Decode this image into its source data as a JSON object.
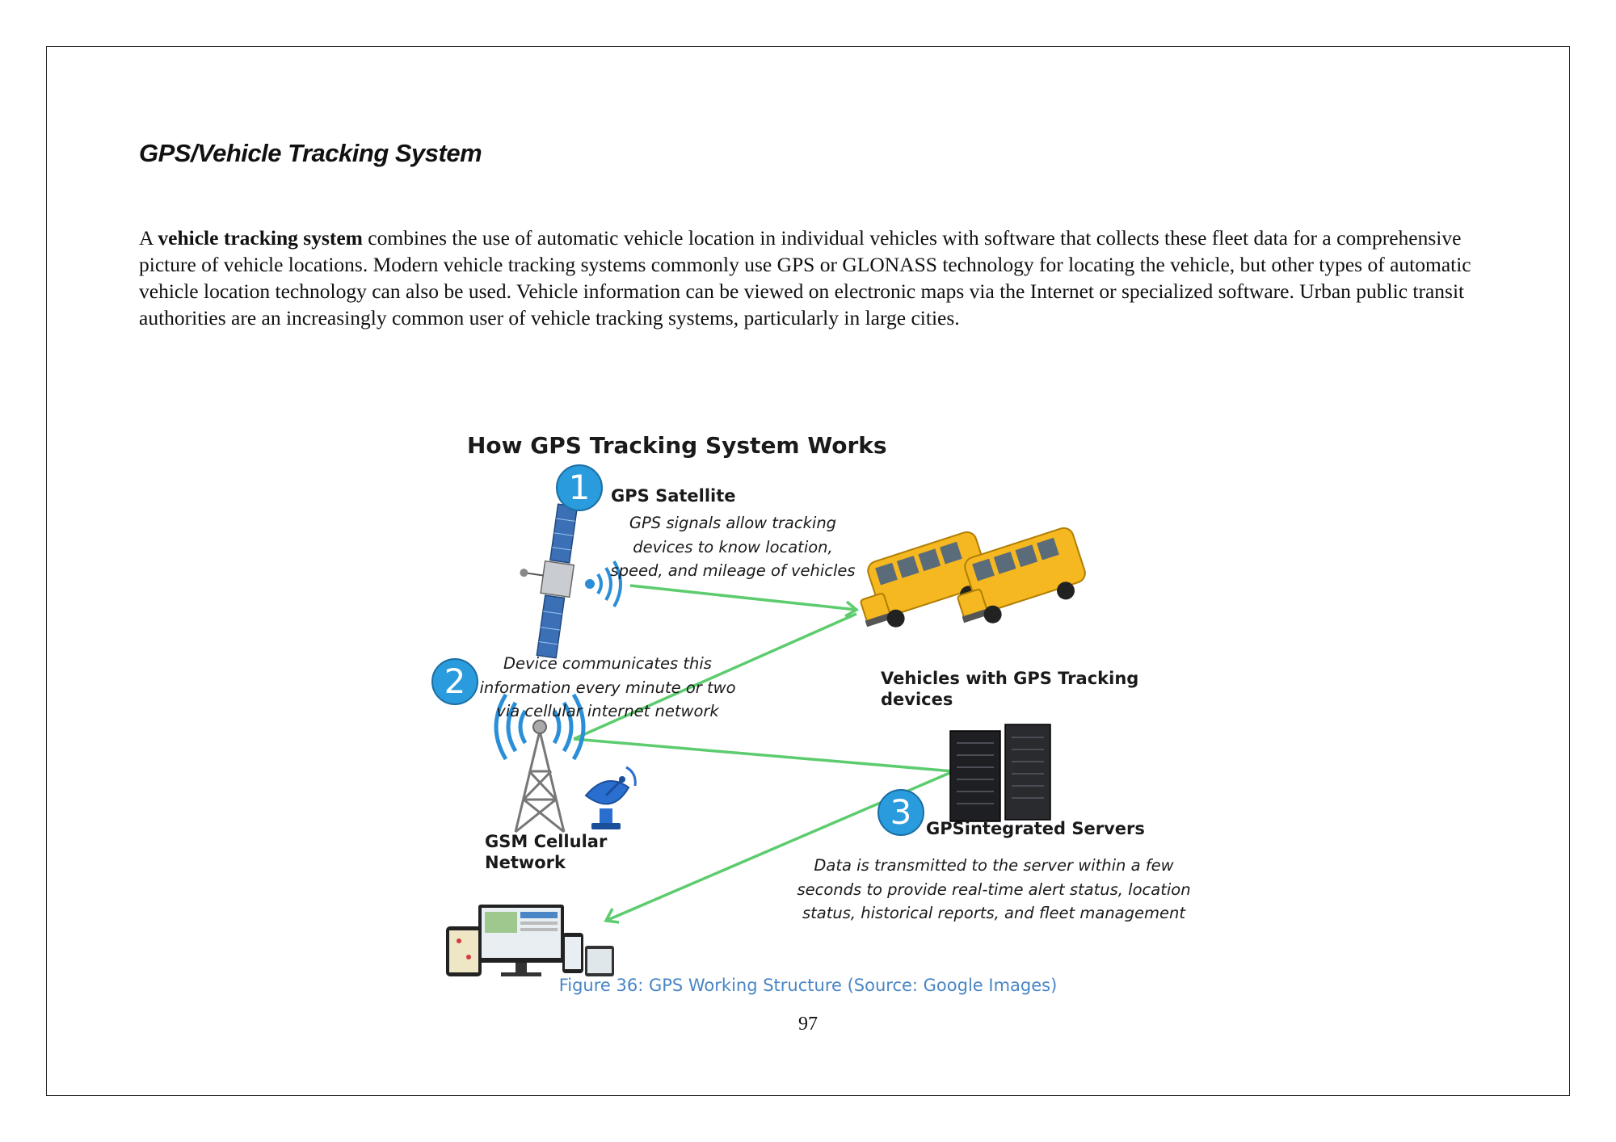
{
  "section": {
    "heading": "GPS/Vehicle Tracking System"
  },
  "paragraph": {
    "lead": "A ",
    "bold_term": "vehicle tracking system",
    "rest": " combines the use of automatic vehicle location in individual vehicles with software that collects these fleet data for a comprehensive picture of vehicle locations. Modern vehicle tracking systems commonly use GPS or GLONASS technology for locating the vehicle, but other types of automatic vehicle location technology can also be used. Vehicle information can be viewed on electronic maps via the Internet or specialized software. Urban public transit authorities are an increasingly common user of vehicle tracking systems, particularly in large cities."
  },
  "figure": {
    "title": "How GPS Tracking System Works",
    "step1": {
      "number": "1",
      "label": "GPS Satellite",
      "desc_lines": [
        "GPS signals allow tracking",
        "devices to know location,",
        "speed, and mileage of vehicles"
      ]
    },
    "step2": {
      "number": "2",
      "desc_lines": [
        "Device communicates this",
        "information every minute or two",
        "via cellular internet network"
      ]
    },
    "step3": {
      "number": "3",
      "label": "GPSintegrated Servers",
      "desc_lines": [
        "Data is transmitted to the server within a few",
        "seconds to provide real-time alert status, location",
        "status, historical reports, and fleet management"
      ]
    },
    "vehicles_label_lines": [
      "Vehicles with GPS Tracking",
      "devices"
    ],
    "network_label_lines": [
      "GSM Cellular",
      "Network"
    ],
    "arrow_color": "#5ccc6e",
    "step_color": "#2a9bdc",
    "icons": [
      "satellite-icon",
      "school-bus-icon",
      "cell-tower-icon",
      "satellite-dish-icon",
      "server-rack-icon",
      "devices-icon"
    ]
  },
  "caption": "Figure 36: GPS Working Structure (Source: Google Images)",
  "page_number": "97"
}
